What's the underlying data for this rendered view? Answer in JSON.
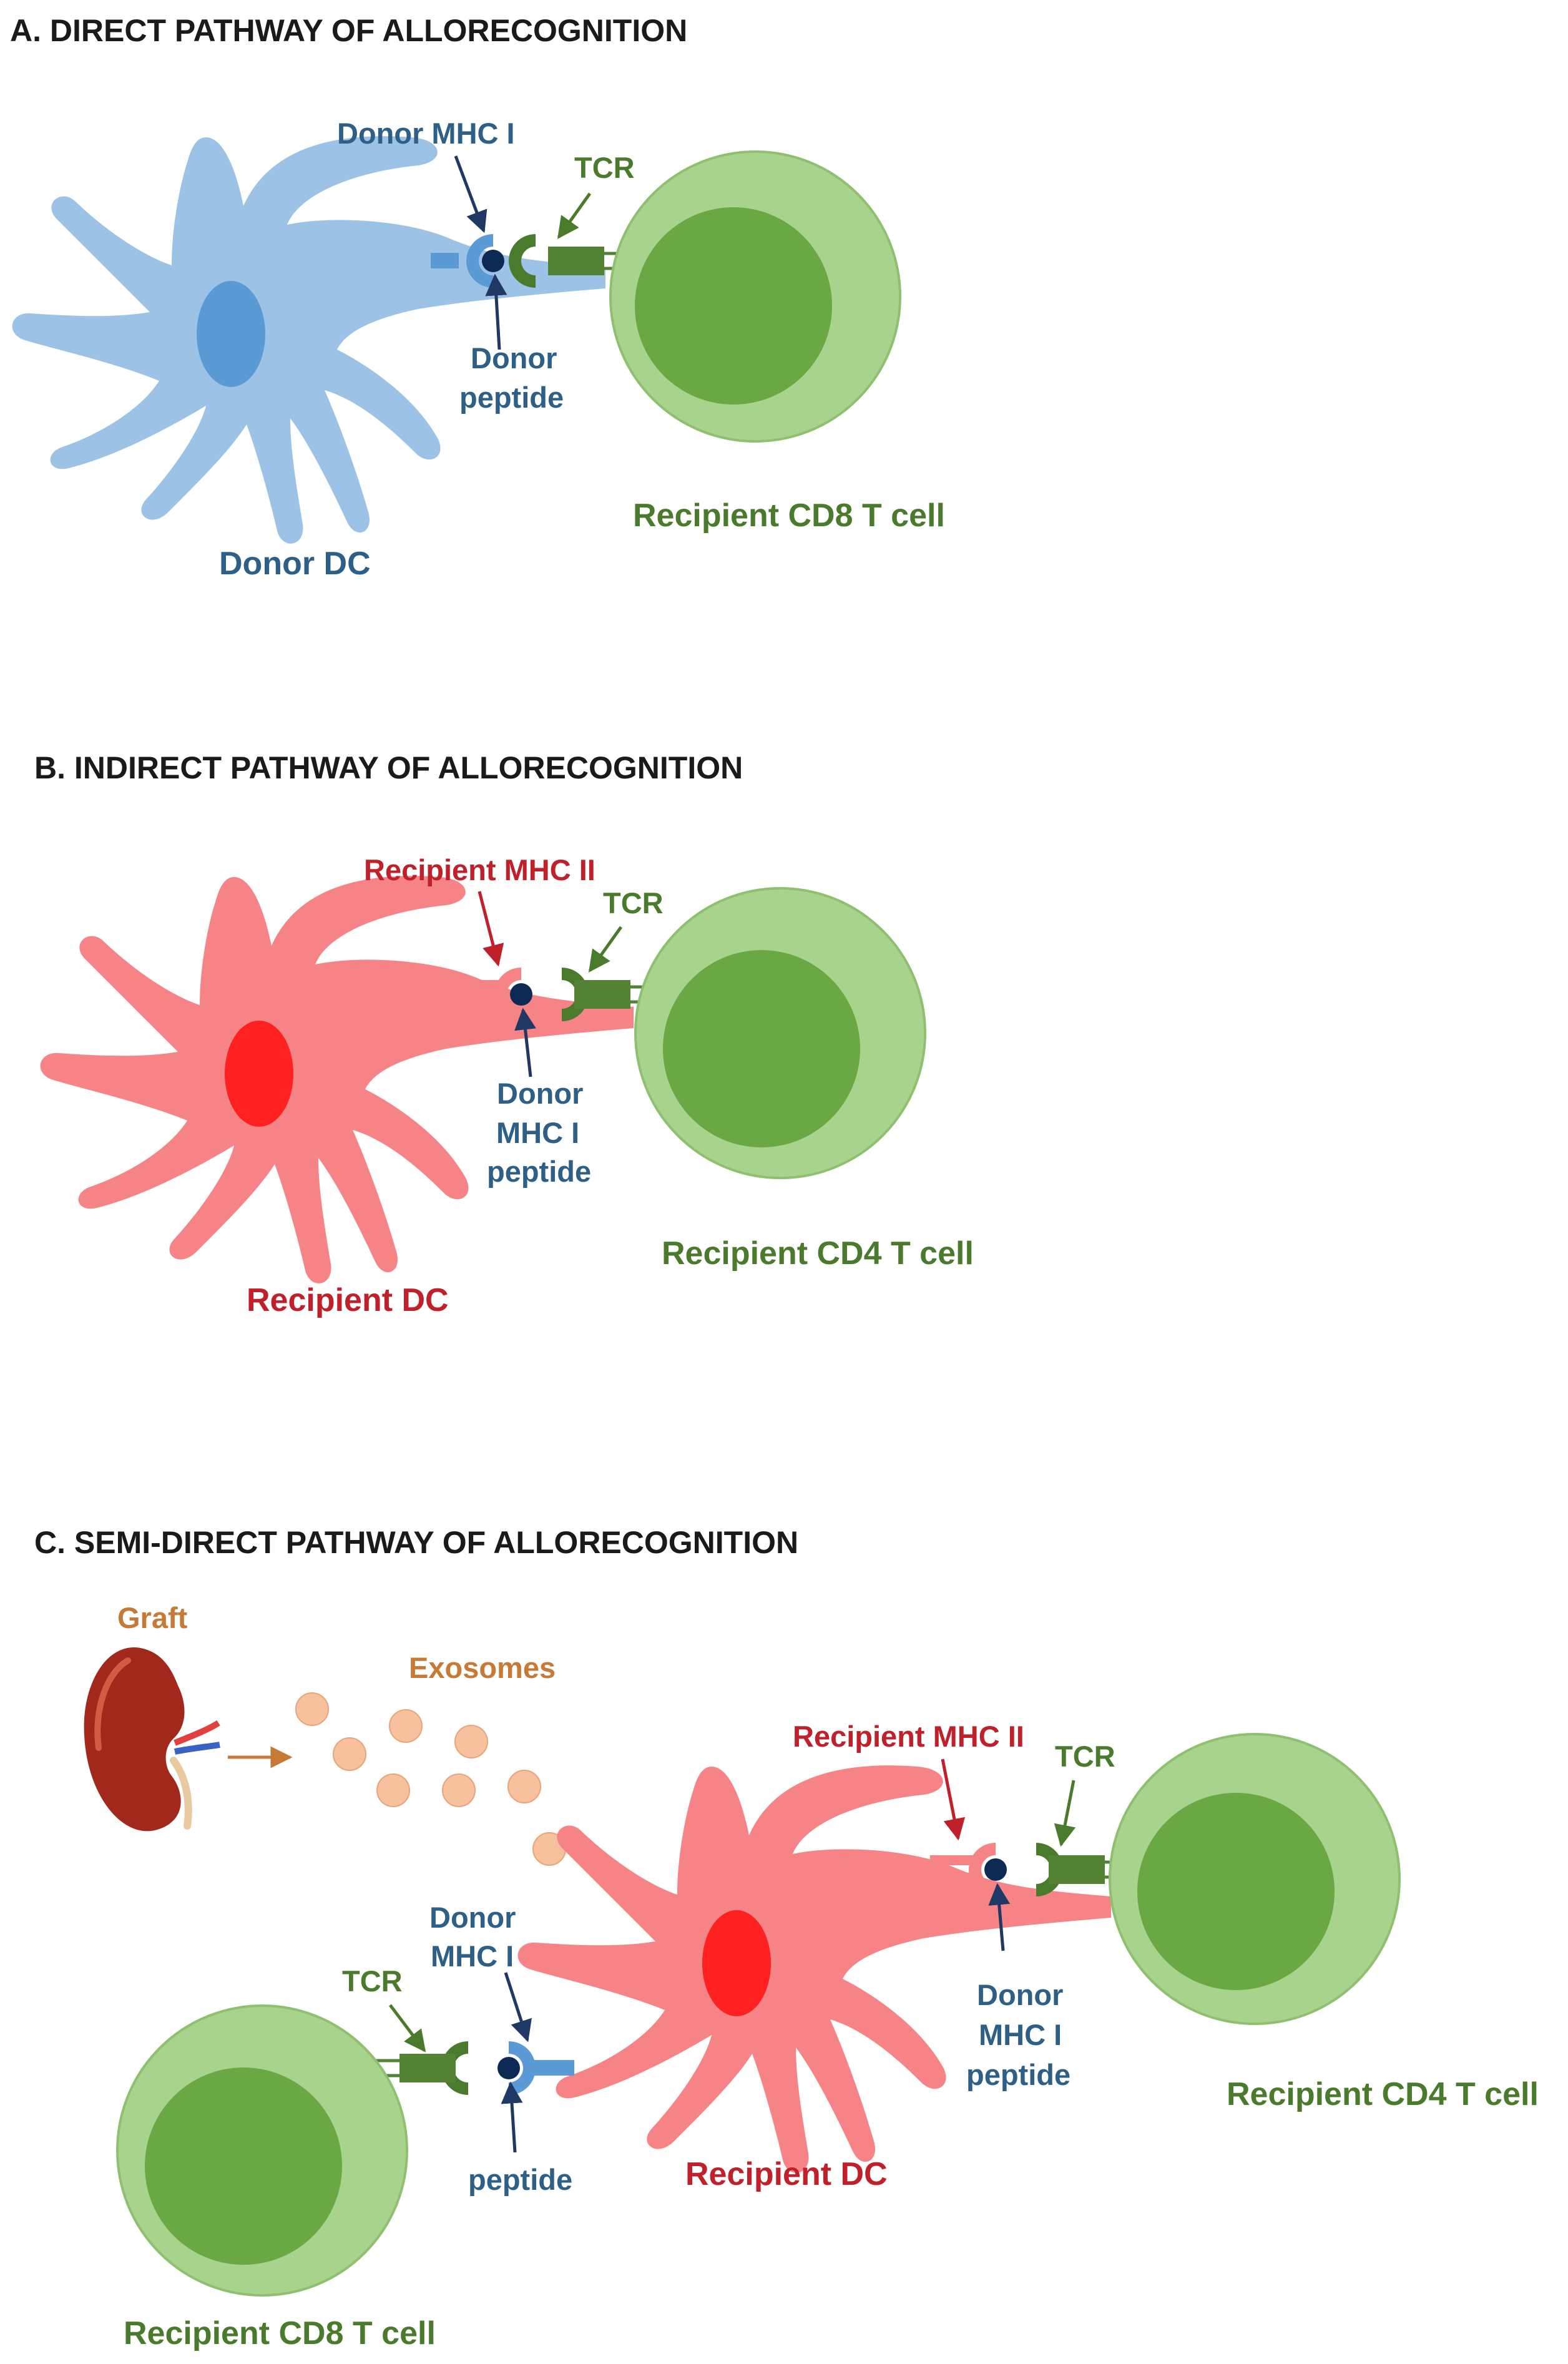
{
  "colors": {
    "title": "#1a1a1a",
    "donor_blue": "#2e5f86",
    "donor_cell": "#9cc3e6",
    "donor_nucleus": "#5b9bd5",
    "recipient_red": "#c0202a",
    "recipient_cell": "#f68486",
    "recipient_nucleus": "#ff2020",
    "tcell_green": "#4a7a2c",
    "tcell_outer": "#a8d38d",
    "tcell_inner": "#6aa843",
    "graft_orange": "#c77a36",
    "exosome": "#f7c19d",
    "peptide_dark": "#0d2a55"
  },
  "panel_a": {
    "title": "A. DIRECT PATHWAY OF ALLORECOGNITION",
    "mhc_label": "Donor MHC I",
    "tcr_label": "TCR",
    "peptide_label": [
      "Donor",
      "peptide"
    ],
    "dc_label": "Donor DC",
    "tcell_label": "Recipient CD8 T cell"
  },
  "panel_b": {
    "title": "B. INDIRECT PATHWAY OF ALLORECOGNITION",
    "mhc_label": "Recipient MHC II",
    "tcr_label": "TCR",
    "peptide_label": [
      "Donor",
      "MHC I",
      "peptide"
    ],
    "dc_label": "Recipient DC",
    "tcell_label": "Recipient CD4 T cell"
  },
  "panel_c": {
    "title": "C. SEMI-DIRECT PATHWAY OF ALLORECOGNITION",
    "graft_label": "Graft",
    "exosomes_label": "Exosomes",
    "mhc2_label": "Recipient MHC II",
    "tcr_right_label": "TCR",
    "peptide_right_label": [
      "Donor",
      "MHC I",
      "peptide"
    ],
    "tcell_right_label": "Recipient CD4 T cell",
    "mhc1_label": [
      "Donor",
      "MHC I"
    ],
    "tcr_left_label": "TCR",
    "peptide_left_label": "peptide",
    "dc_label": "Recipient DC",
    "tcell_left_label": "Recipient CD8 T cell"
  }
}
